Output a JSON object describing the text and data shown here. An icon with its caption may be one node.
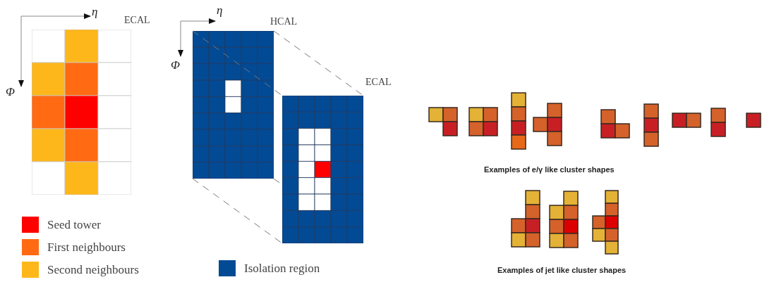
{
  "diagram": {
    "nodes": [
      {
        "text": [
          "ECAL"
        ]
      },
      {
        "text": [
          "HCAL"
        ]
      },
      {
        "text": [
          "ECAL"
        ]
      }
    ],
    "edges": [
      {
        "from": 1,
        "to": 2,
        "arrow": "none",
        "style": "dashed"
      },
      {
        "from": 1,
        "to": 2,
        "arrow": "none",
        "style": "dashed"
      },
      {
        "from": 1,
        "to": 2,
        "arrow": "none",
        "style": "dashed"
      },
      {
        "from": 1,
        "to": 2,
        "arrow": "none",
        "style": "dashed"
      }
    ],
    "labels": [
      "η",
      "Φ",
      "η",
      "Φ",
      "Examples of e/γ like cluster shapes",
      "Examples of jet like cluster shapes"
    ],
    "legend": [
      {
        "text": "Seed tower",
        "color": "#ff0000"
      },
      {
        "text": "First neighbours",
        "color": "#ff6a13"
      },
      {
        "text": "Second neighbours",
        "color": "#fdb71b"
      },
      {
        "text": "Isolation region",
        "color": "#034a95"
      }
    ]
  }
}
